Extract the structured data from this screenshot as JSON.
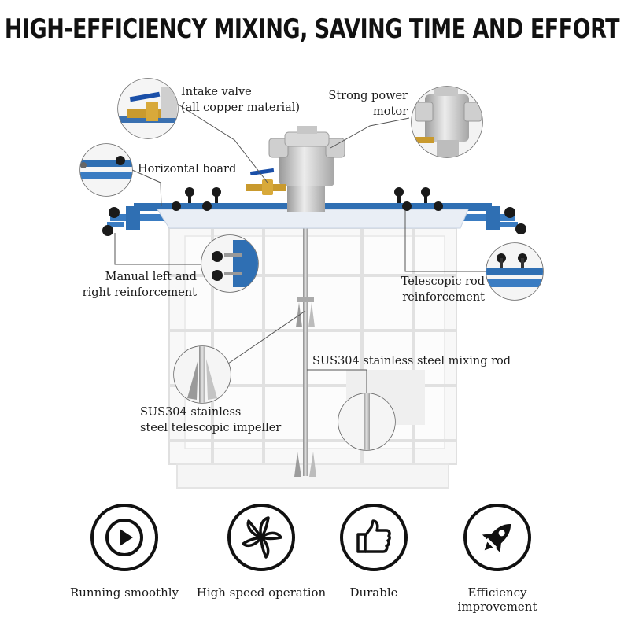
{
  "headline": "HIGH-EFFICIENCY MIXING, SAVING TIME AND EFFORT",
  "callouts": {
    "intake_valve": {
      "line1": "Intake valve",
      "line2": "(all copper material)"
    },
    "motor": {
      "line1": "Strong power",
      "line2": "motor"
    },
    "horizontal_board": "Horizontal board",
    "manual_reinforcement": {
      "line1": "Manual left and",
      "line2": "right reinforcement"
    },
    "telescopic_rod": {
      "line1": "Telescopic rod",
      "line2": "reinforcement"
    },
    "mixing_rod": "SUS304 stainless steel mixing rod",
    "impeller": {
      "line1": "SUS304 stainless",
      "line2": "steel telescopic impeller"
    }
  },
  "features": [
    {
      "label": "Running smoothly",
      "icon": "play-icon"
    },
    {
      "label": "High speed operation",
      "icon": "fan-icon"
    },
    {
      "label": "Durable",
      "icon": "thumbs-up-icon"
    },
    {
      "label": "Efficiency improvement",
      "icon": "rocket-icon"
    }
  ],
  "colors": {
    "frame_blue": "#2f6fb3",
    "text": "#1a1a1a"
  }
}
